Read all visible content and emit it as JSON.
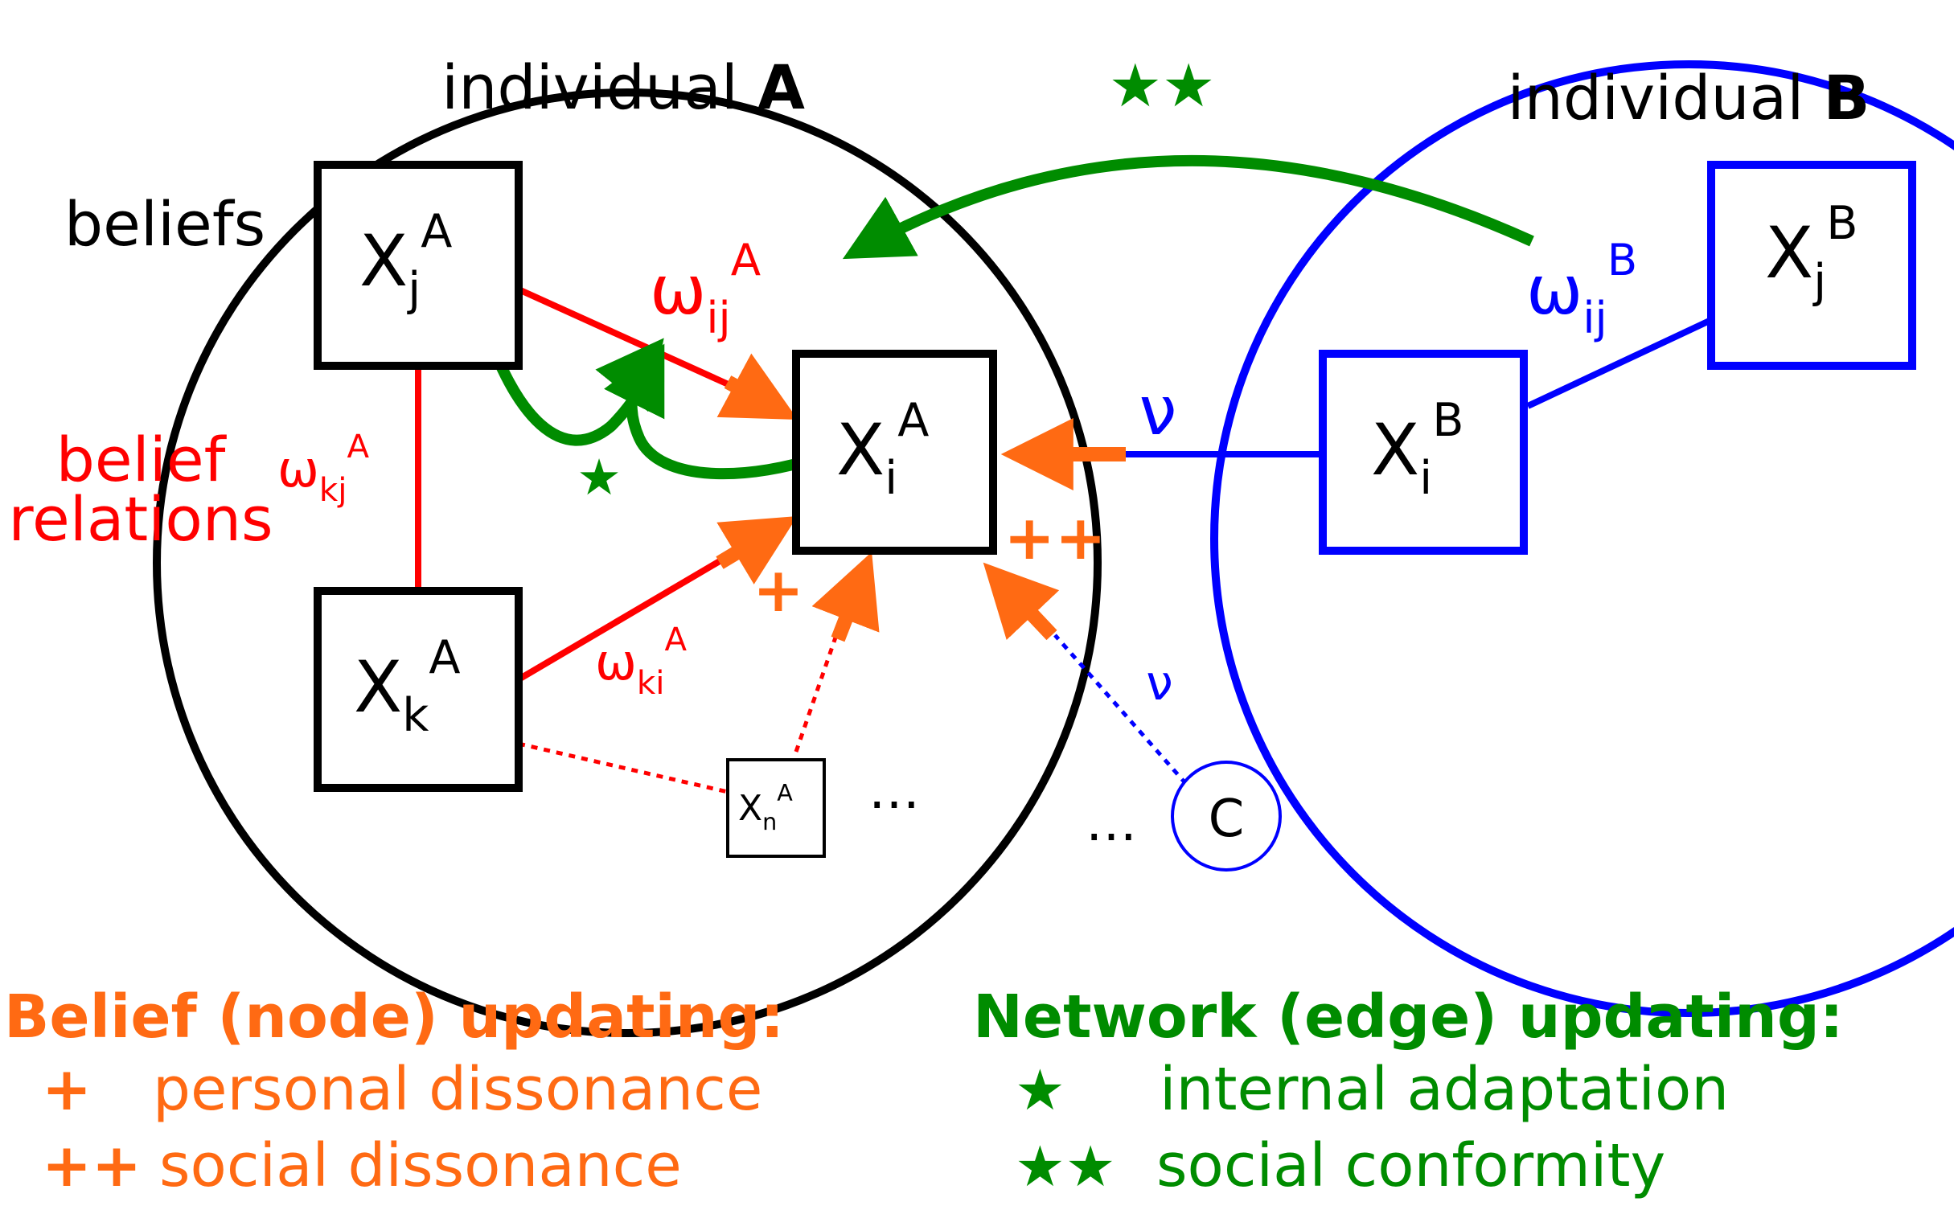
{
  "colors": {
    "black": "#000000",
    "red": "#ff0000",
    "blue": "#0000ff",
    "orange": "#ff6a13",
    "green": "#008c00"
  },
  "individual_a": {
    "prefix": "individual ",
    "name": "A"
  },
  "individual_b": {
    "prefix": "individual ",
    "name": "B"
  },
  "beliefs_label": "beliefs",
  "belief_relations_label": [
    "belief",
    "relations"
  ],
  "nodes": {
    "xja": {
      "base": "X",
      "sub": "j",
      "sup": "A"
    },
    "xia": {
      "base": "X",
      "sub": "i",
      "sup": "A"
    },
    "xka": {
      "base": "X",
      "sub": "k",
      "sup": "A"
    },
    "xna": {
      "base": "X",
      "sub": "n",
      "sup": "A"
    },
    "xib": {
      "base": "X",
      "sub": "i",
      "sup": "B"
    },
    "xjb": {
      "base": "X",
      "sub": "j",
      "sup": "B"
    },
    "c": "C"
  },
  "weights": {
    "w_ij_a": {
      "base": "ω",
      "sub": "ij",
      "sup": "A"
    },
    "w_kj_a": {
      "base": "ω",
      "sub": "kj",
      "sup": "A"
    },
    "w_ki_a": {
      "base": "ω",
      "sub": "ki",
      "sup": "A"
    },
    "w_ij_b": {
      "base": "ω",
      "sub": "ij",
      "sup": "B"
    }
  },
  "nu_label": "ν",
  "ellipsis": "…",
  "marks": {
    "plus": "+",
    "plus_plus": "++",
    "star": "★",
    "star_star": "★★"
  },
  "legend": {
    "belief_title": "Belief (node) updating:",
    "belief_items": [
      {
        "mark": "+",
        "text": "personal dissonance"
      },
      {
        "mark": "++",
        "text": "social dissonance"
      }
    ],
    "network_title": "Network (edge) updating:",
    "network_items": [
      {
        "mark": "★",
        "text": "internal adaptation"
      },
      {
        "mark": "★★",
        "text": "social conformity"
      }
    ]
  }
}
